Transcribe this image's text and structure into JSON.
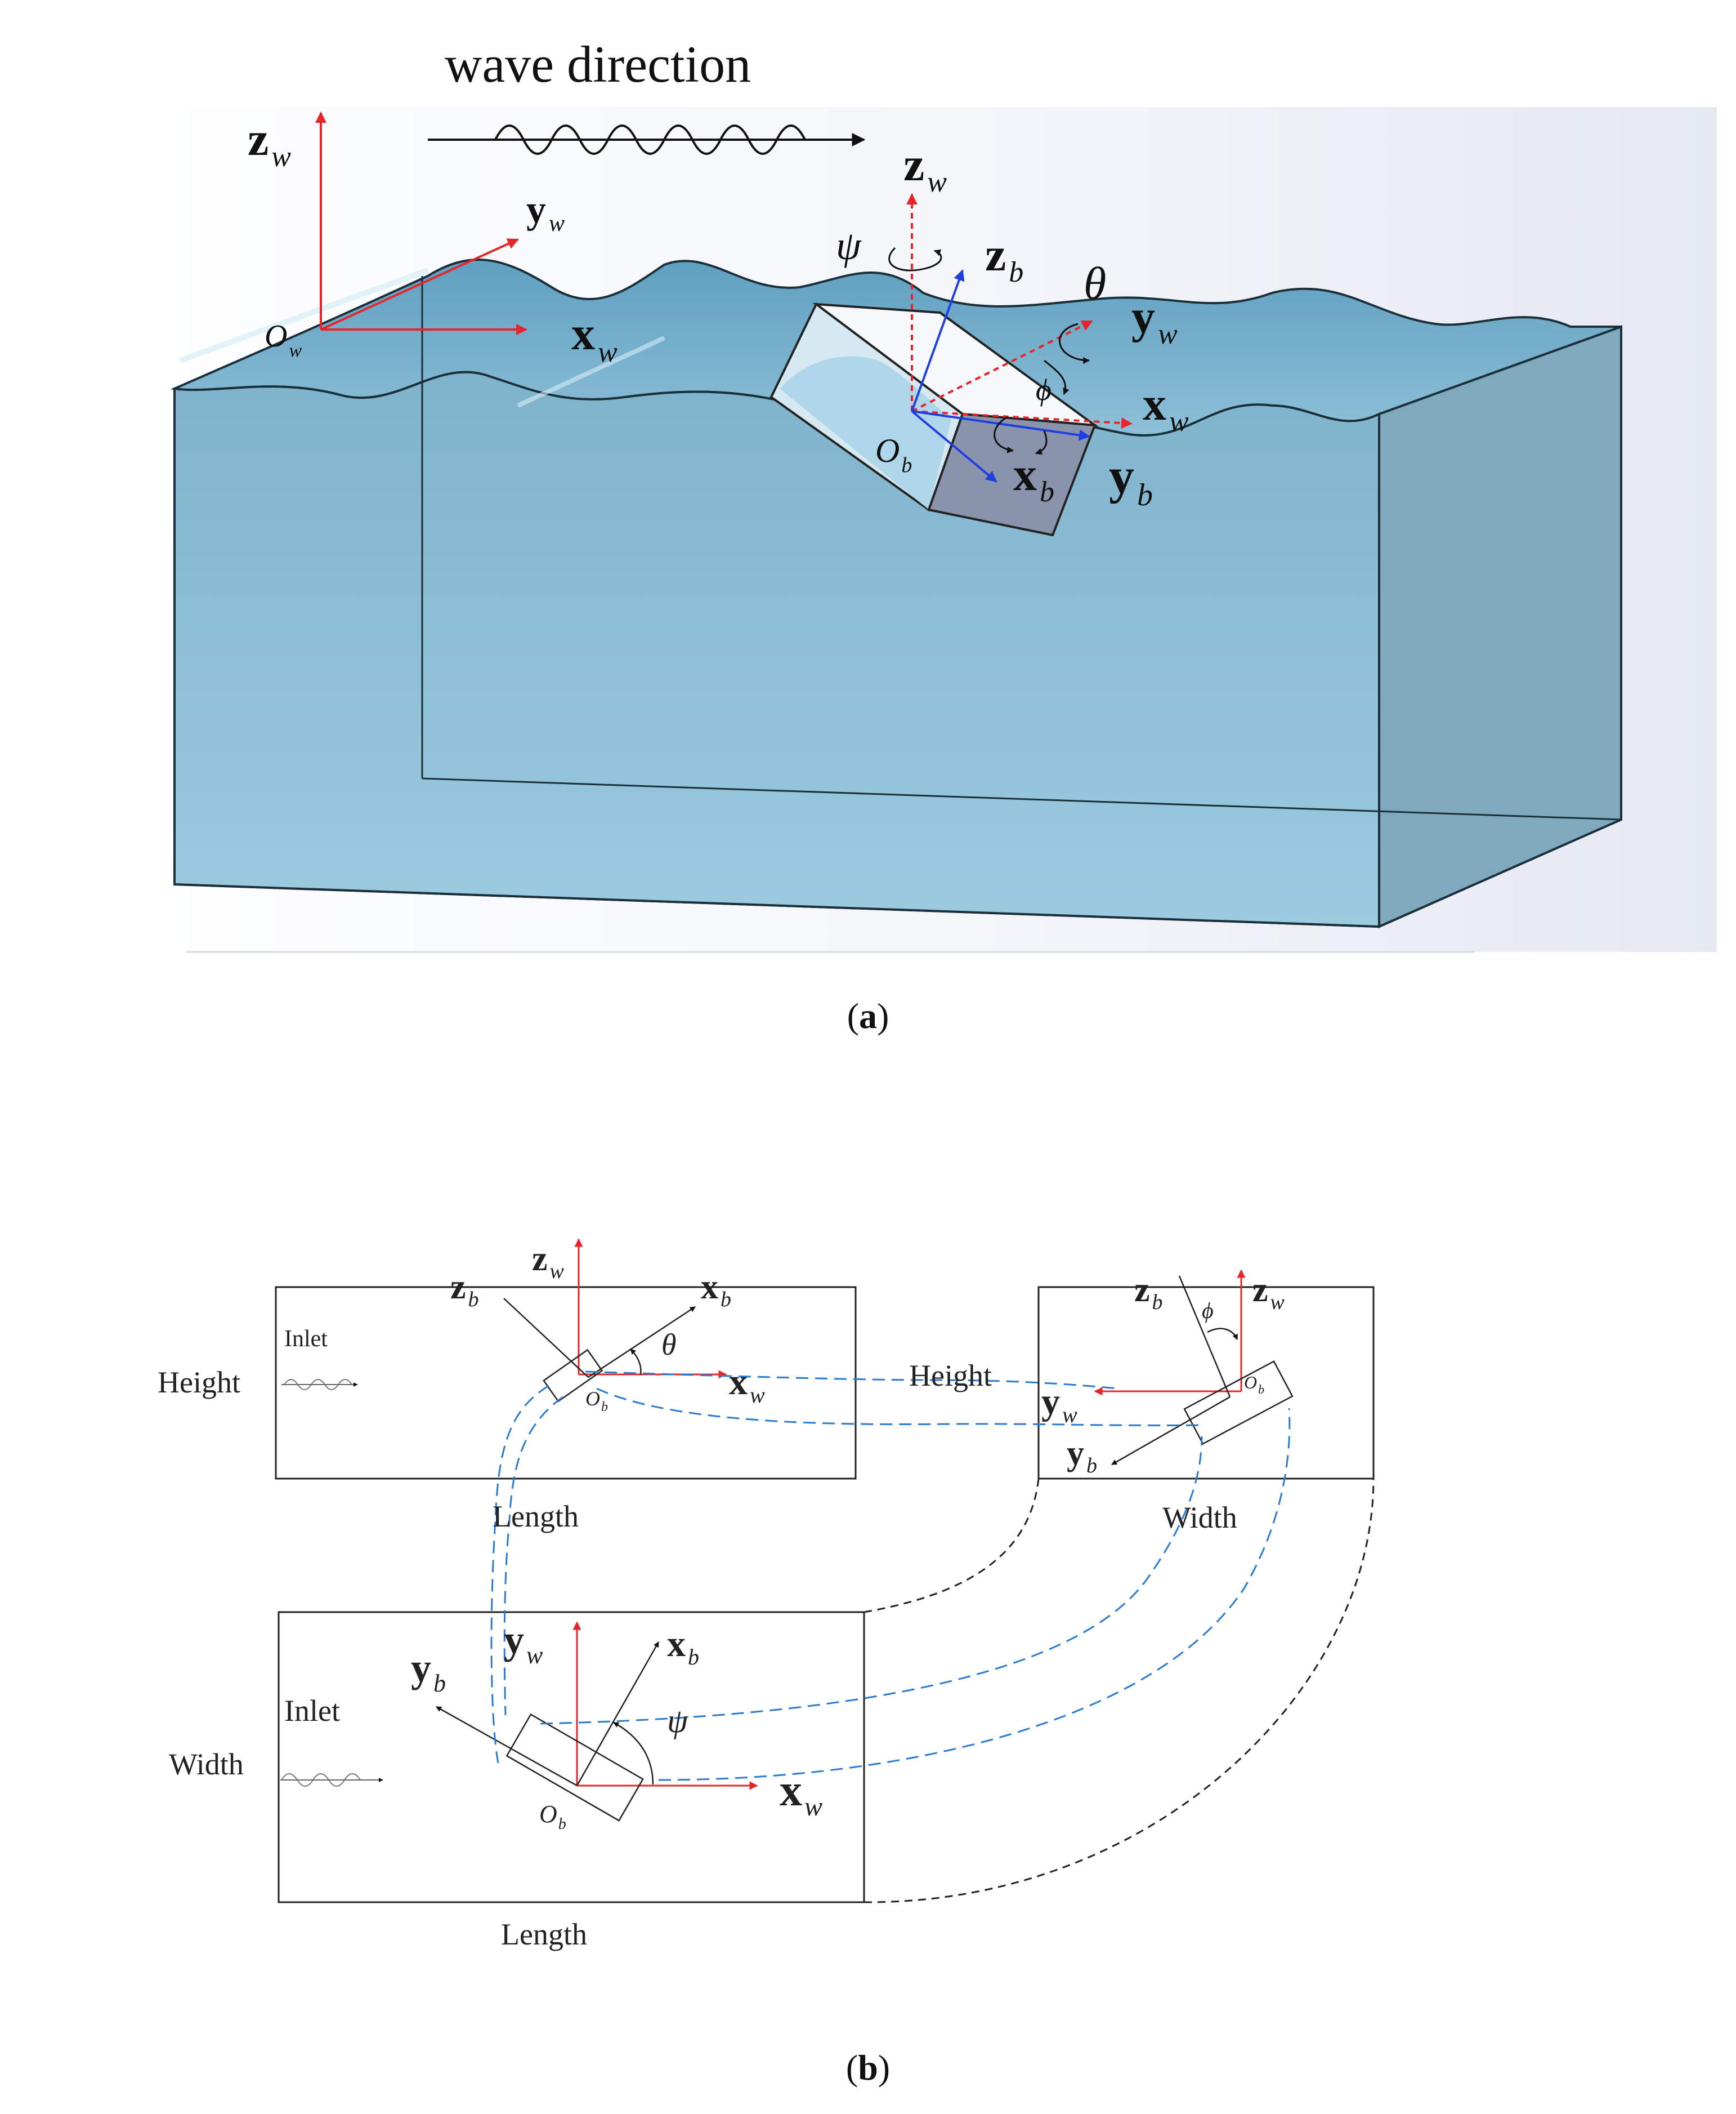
{
  "panel_a": {
    "caption_open": "(",
    "caption_letter": "a",
    "caption_close": ")",
    "wave_direction_label": "wave direction",
    "world_frame": {
      "z_main": "z",
      "z_sub": "w",
      "y_main": "y",
      "y_sub": "w",
      "x_main": "x",
      "x_sub": "w",
      "origin_main": "O",
      "origin_sub": "w"
    },
    "body_frame": {
      "zw_main": "z",
      "zw_sub": "w",
      "zb_main": "z",
      "zb_sub": "b",
      "yw_main": "y",
      "yw_sub": "w",
      "xw_main": "x",
      "xw_sub": "w",
      "xb_main": "x",
      "xb_sub": "b",
      "yb_main": "y",
      "yb_sub": "b",
      "ob_main": "O",
      "ob_sub": "b",
      "psi": "ψ",
      "theta": "θ",
      "phi": "ϕ"
    },
    "colors": {
      "tank_side": "#8fbcd4",
      "tank_bottom": "#2e6a80",
      "tank_top": "#7bb4d0",
      "world_axes": "#e8242b",
      "body_axes": "#1f3fe0"
    }
  },
  "panel_b": {
    "caption_open": "(",
    "caption_letter": "b",
    "caption_close": ")",
    "side_view": {
      "inlet": "Inlet",
      "height": "Height",
      "length": "Length",
      "zw_main": "z",
      "zw_sub": "w",
      "zb_main": "z",
      "zb_sub": "b",
      "xb_main": "x",
      "xb_sub": "b",
      "xw_main": "x",
      "xw_sub": "w",
      "ob_main": "O",
      "ob_sub": "b",
      "theta": "θ"
    },
    "front_view": {
      "height": "Height",
      "width": "Width",
      "zb_main": "z",
      "zb_sub": "b",
      "zw_main": "z",
      "zw_sub": "w",
      "yw_main": "y",
      "yw_sub": "w",
      "yb_main": "y",
      "yb_sub": "b",
      "ob_main": "O",
      "ob_sub": "b",
      "phi": "ϕ"
    },
    "top_view": {
      "inlet": "Inlet",
      "width": "Width",
      "length": "Length",
      "yw_main": "y",
      "yw_sub": "w",
      "yb_main": "y",
      "yb_sub": "b",
      "xb_main": "x",
      "xb_sub": "b",
      "xw_main": "x",
      "xw_sub": "w",
      "ob_main": "O",
      "ob_sub": "b",
      "psi": "ψ"
    },
    "colors": {
      "axes": "#e8242b",
      "projection_lines": "#2b7bd0",
      "fold_lines": "#222222"
    }
  }
}
